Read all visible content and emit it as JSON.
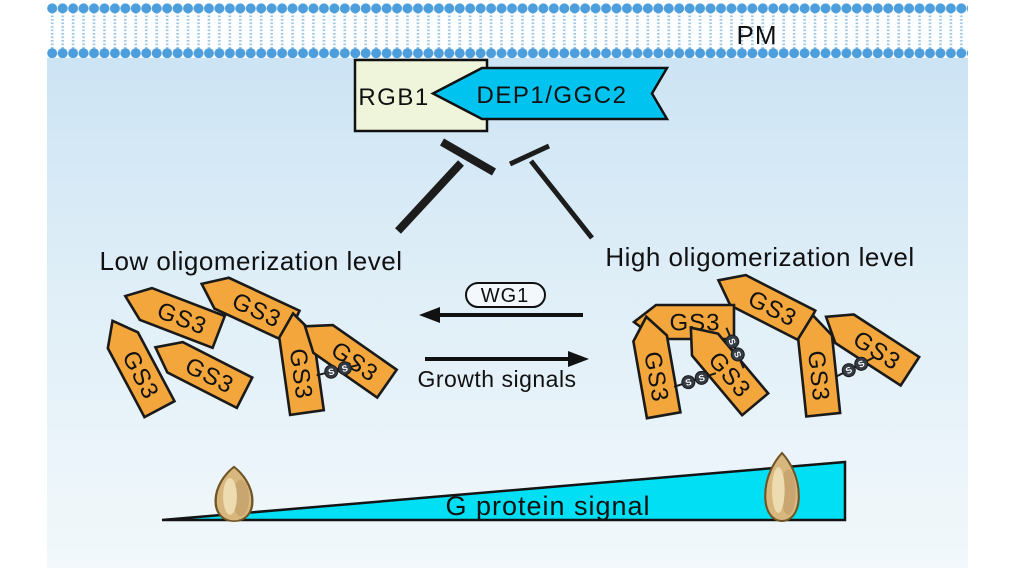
{
  "membrane": {
    "label": "PM"
  },
  "complex": {
    "rgb1_label": "RGB1",
    "dep1_label": "DEP1/GGC2"
  },
  "clusters": {
    "low_label": "Low oligomerization level",
    "high_label": "High oligomerization level",
    "monomer_label": "GS3",
    "bond_label": "S",
    "low_monomer_count": 6,
    "high_monomer_count": 6,
    "low_bond_count": 1,
    "high_bond_count": 3
  },
  "signals": {
    "regulator_label": "WG1",
    "growth_label": "Growth signals",
    "gradient_label": "G protein signal"
  },
  "colors": {
    "membrane_head": "#4d9edd",
    "membrane_tail": "#9cc6e6",
    "background_top": "#c8e1f3",
    "background_bottom": "#f2f8fb",
    "rgb1_fill": "#eff5da",
    "dep1_fill": "#00c4ef",
    "gs3_fill": "#f2a63c",
    "wedge_fill": "#00dff3",
    "grain_body": "#d8b77f",
    "text": "#111111"
  }
}
